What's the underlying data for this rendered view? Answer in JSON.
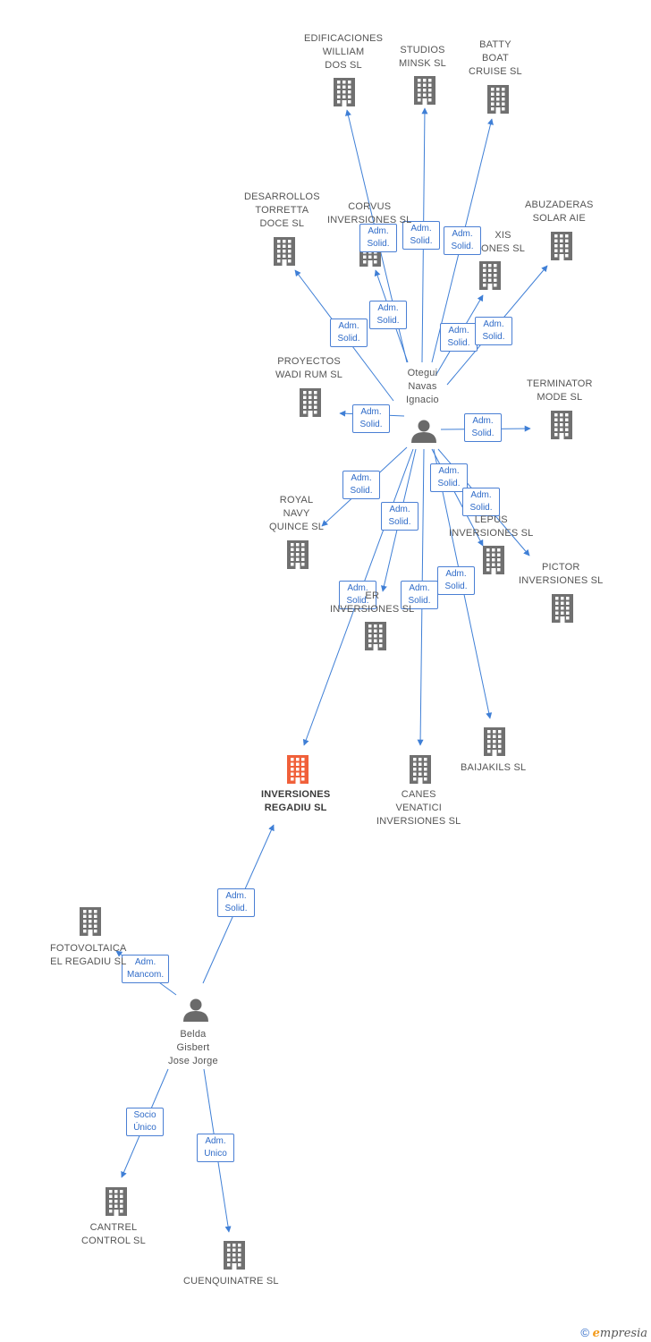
{
  "colors": {
    "edge": "#3f7fd6",
    "building": "#707070",
    "focus_building": "#f0603a",
    "person": "#6a6a6a"
  },
  "companies": [
    {
      "id": "edificaciones",
      "label": "EDIFICACIONES\nWILLIAM\nDOS SL",
      "icon": "building-icon"
    },
    {
      "id": "studios",
      "label": "STUDIOS\nMINSK SL",
      "icon": "building-icon"
    },
    {
      "id": "batty",
      "label": "BATTY\nBOAT\nCRUISE SL",
      "icon": "building-icon"
    },
    {
      "id": "desarrollos",
      "label": "DESARROLLOS\nTORRETTA\nDOCE SL",
      "icon": "building-icon"
    },
    {
      "id": "corvus",
      "label": "CORVUS\nINVERSIONES SL",
      "icon": "building-icon"
    },
    {
      "id": "axis",
      "label": "XIS\nONES SL",
      "icon": "building-icon"
    },
    {
      "id": "abuzaderas",
      "label": "ABUZADERAS\nSOLAR AIE",
      "icon": "building-icon"
    },
    {
      "id": "proyectos",
      "label": "PROYECTOS\nWADI RUM SL",
      "icon": "building-icon"
    },
    {
      "id": "terminator",
      "label": "TERMINATOR\nMODE SL",
      "icon": "building-icon"
    },
    {
      "id": "royal",
      "label": "ROYAL\nNAVY\nQUINCE SL",
      "icon": "building-icon"
    },
    {
      "id": "lepus",
      "label": "LEPUS\nINVERSIONES SL",
      "icon": "building-icon"
    },
    {
      "id": "pictor",
      "label": "PICTOR\nINVERSIONES SL",
      "icon": "building-icon"
    },
    {
      "id": "hidden",
      "label": "ER\nINVERSIONES SL",
      "icon": "building-icon"
    },
    {
      "id": "inversiones_regadiu",
      "label": "INVERSIONES\nREGADIU SL",
      "icon": "building-icon",
      "focus": true
    },
    {
      "id": "canes",
      "label": "CANES\nVENATICI\nINVERSIONES SL",
      "icon": "building-icon"
    },
    {
      "id": "baijakils",
      "label": "BAIJAKILS SL",
      "icon": "building-icon"
    },
    {
      "id": "fotovoltaica",
      "label": "FOTOVOLTAICA\nEL REGADIU SL",
      "icon": "building-icon"
    },
    {
      "id": "cantrel",
      "label": "CANTREL\nCONTROL SL",
      "icon": "building-icon"
    },
    {
      "id": "cuenquinatre",
      "label": "CUENQUINATRE SL",
      "icon": "building-icon"
    }
  ],
  "people": [
    {
      "id": "otegui",
      "label": "Otegui\nNavas\nIgnacio",
      "icon": "person-icon"
    },
    {
      "id": "belda",
      "label": "Belda\nGisbert\nJose Jorge",
      "icon": "person-icon"
    }
  ],
  "relations": [
    {
      "from": "otegui",
      "to": "edificaciones",
      "label": "Adm.\nSolid."
    },
    {
      "from": "otegui",
      "to": "studios",
      "label": "Adm.\nSolid."
    },
    {
      "from": "otegui",
      "to": "batty",
      "label": "Adm.\nSolid."
    },
    {
      "from": "otegui",
      "to": "desarrollos",
      "label": "Adm.\nSolid."
    },
    {
      "from": "otegui",
      "to": "corvus",
      "label": "Adm.\nSolid."
    },
    {
      "from": "otegui",
      "to": "axis",
      "label": "Adm.\nSolid."
    },
    {
      "from": "otegui",
      "to": "abuzaderas",
      "label": "Adm.\nSolid."
    },
    {
      "from": "otegui",
      "to": "proyectos",
      "label": "Adm.\nSolid."
    },
    {
      "from": "otegui",
      "to": "terminator",
      "label": "Adm.\nSolid."
    },
    {
      "from": "otegui",
      "to": "royal",
      "label": "Adm.\nSolid."
    },
    {
      "from": "otegui",
      "to": "lepus",
      "label": "Adm.\nSolid."
    },
    {
      "from": "otegui",
      "to": "pictor",
      "label": "Adm.\nSolid."
    },
    {
      "from": "otegui",
      "to": "hidden",
      "label": "Adm.\nSolid."
    },
    {
      "from": "otegui",
      "to": "inversiones_regadiu",
      "label": "Adm.\nSolid."
    },
    {
      "from": "otegui",
      "to": "canes",
      "label": "Adm.\nSolid."
    },
    {
      "from": "otegui",
      "to": "baijakils",
      "label": "Adm.\nSolid."
    },
    {
      "from": "belda",
      "to": "inversiones_regadiu",
      "label": "Adm.\nSolid."
    },
    {
      "from": "belda",
      "to": "fotovoltaica",
      "label": "Adm.\nMancom."
    },
    {
      "from": "belda",
      "to": "cantrel",
      "label": "Socio\nÚnico"
    },
    {
      "from": "belda",
      "to": "cuenquinatre",
      "label": "Adm.\nUnico"
    }
  ],
  "footer": {
    "copyright": "©",
    "brand_e": "e",
    "brand_rest": "mpresia"
  }
}
